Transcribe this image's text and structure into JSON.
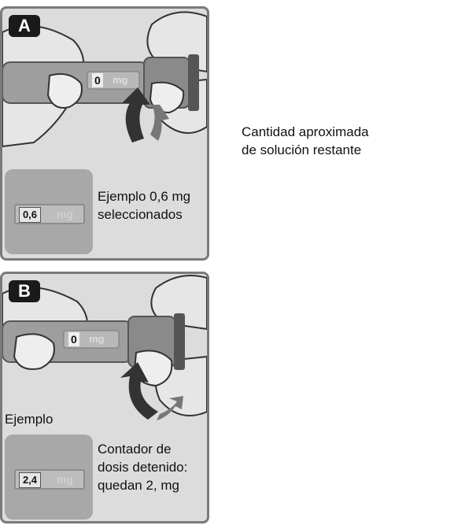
{
  "panel_a": {
    "badge": "A",
    "pen_counter": "0",
    "pen_unit": "mg",
    "inset_counter": "0,6",
    "inset_unit": "mg",
    "caption_line1": "Ejemplo 0,6 mg",
    "caption_line2": "seleccionados"
  },
  "panel_b": {
    "badge": "B",
    "pen_counter": "0",
    "pen_unit": "mg",
    "example_label": "Ejemplo",
    "inset_counter": "2,4",
    "inset_unit": "mg",
    "caption_line1": "Contador de",
    "caption_line2": "dosis detenido:",
    "caption_line3": "quedan 2, mg"
  },
  "side_note": {
    "line1": "Cantidad aproximada",
    "line2": "de solución restante"
  }
}
